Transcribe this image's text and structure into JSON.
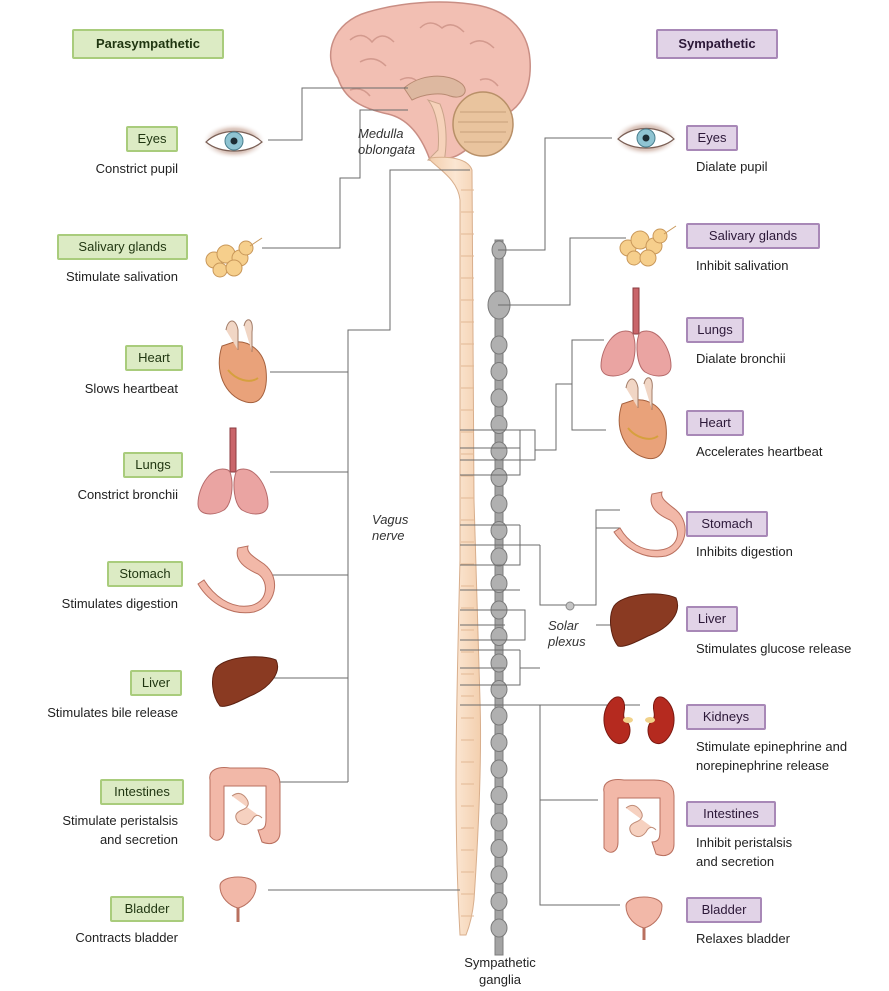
{
  "headers": {
    "left": "Parasympathetic",
    "right": "Sympathetic"
  },
  "parasympathetic": [
    {
      "organ": "Eyes",
      "effect": "Constrict pupil"
    },
    {
      "organ": "Salivary glands",
      "effect": "Stimulate salivation"
    },
    {
      "organ": "Heart",
      "effect": "Slows heartbeat"
    },
    {
      "organ": "Lungs",
      "effect": "Constrict bronchii"
    },
    {
      "organ": "Stomach",
      "effect": "Stimulates digestion"
    },
    {
      "organ": "Liver",
      "effect": "Stimulates bile release"
    },
    {
      "organ": "Intestines",
      "effect_line1": "Stimulate peristalsis",
      "effect_line2": "and secretion"
    },
    {
      "organ": "Bladder",
      "effect": "Contracts bladder"
    }
  ],
  "sympathetic": [
    {
      "organ": "Eyes",
      "effect": "Dialate pupil"
    },
    {
      "organ": "Salivary glands",
      "effect": "Inhibit salivation"
    },
    {
      "organ": "Lungs",
      "effect": "Dialate bronchii"
    },
    {
      "organ": "Heart",
      "effect": "Accelerates heartbeat"
    },
    {
      "organ": "Stomach",
      "effect": "Inhibits digestion"
    },
    {
      "organ": "Liver",
      "effect": "Stimulates glucose release"
    },
    {
      "organ": "Kidneys",
      "effect_line1": "Stimulate epinephrine and",
      "effect_line2": "norepinephrine release"
    },
    {
      "organ": "Intestines",
      "effect_line1": "Inhibit peristalsis",
      "effect_line2": "and secretion"
    },
    {
      "organ": "Bladder",
      "effect": "Relaxes bladder"
    }
  ],
  "annotations": {
    "medulla_1": "Medulla",
    "medulla_2": "oblongata",
    "vagus_1": "Vagus",
    "vagus_2": "nerve",
    "solar_1": "Solar",
    "solar_2": "plexus",
    "ganglia_1": "Sympathetic",
    "ganglia_2": "ganglia"
  },
  "colors": {
    "para_fill": "#dcebc4",
    "para_border": "#a9cc7c",
    "symp_fill": "#e1d3e7",
    "symp_border": "#a888b7",
    "spinal_cord": "#f7dcc1",
    "ganglia_chain": "#a9a9a9",
    "brain": "#f2c1b6",
    "liver": "#8a3a22",
    "kidney": "#b52a1f",
    "lung": "#e9a3a0"
  },
  "icons": [
    "brain-icon",
    "eye-icon",
    "salivary-gland-icon",
    "heart-icon",
    "lungs-icon",
    "stomach-icon",
    "liver-icon",
    "kidneys-icon",
    "intestines-icon",
    "bladder-icon"
  ]
}
